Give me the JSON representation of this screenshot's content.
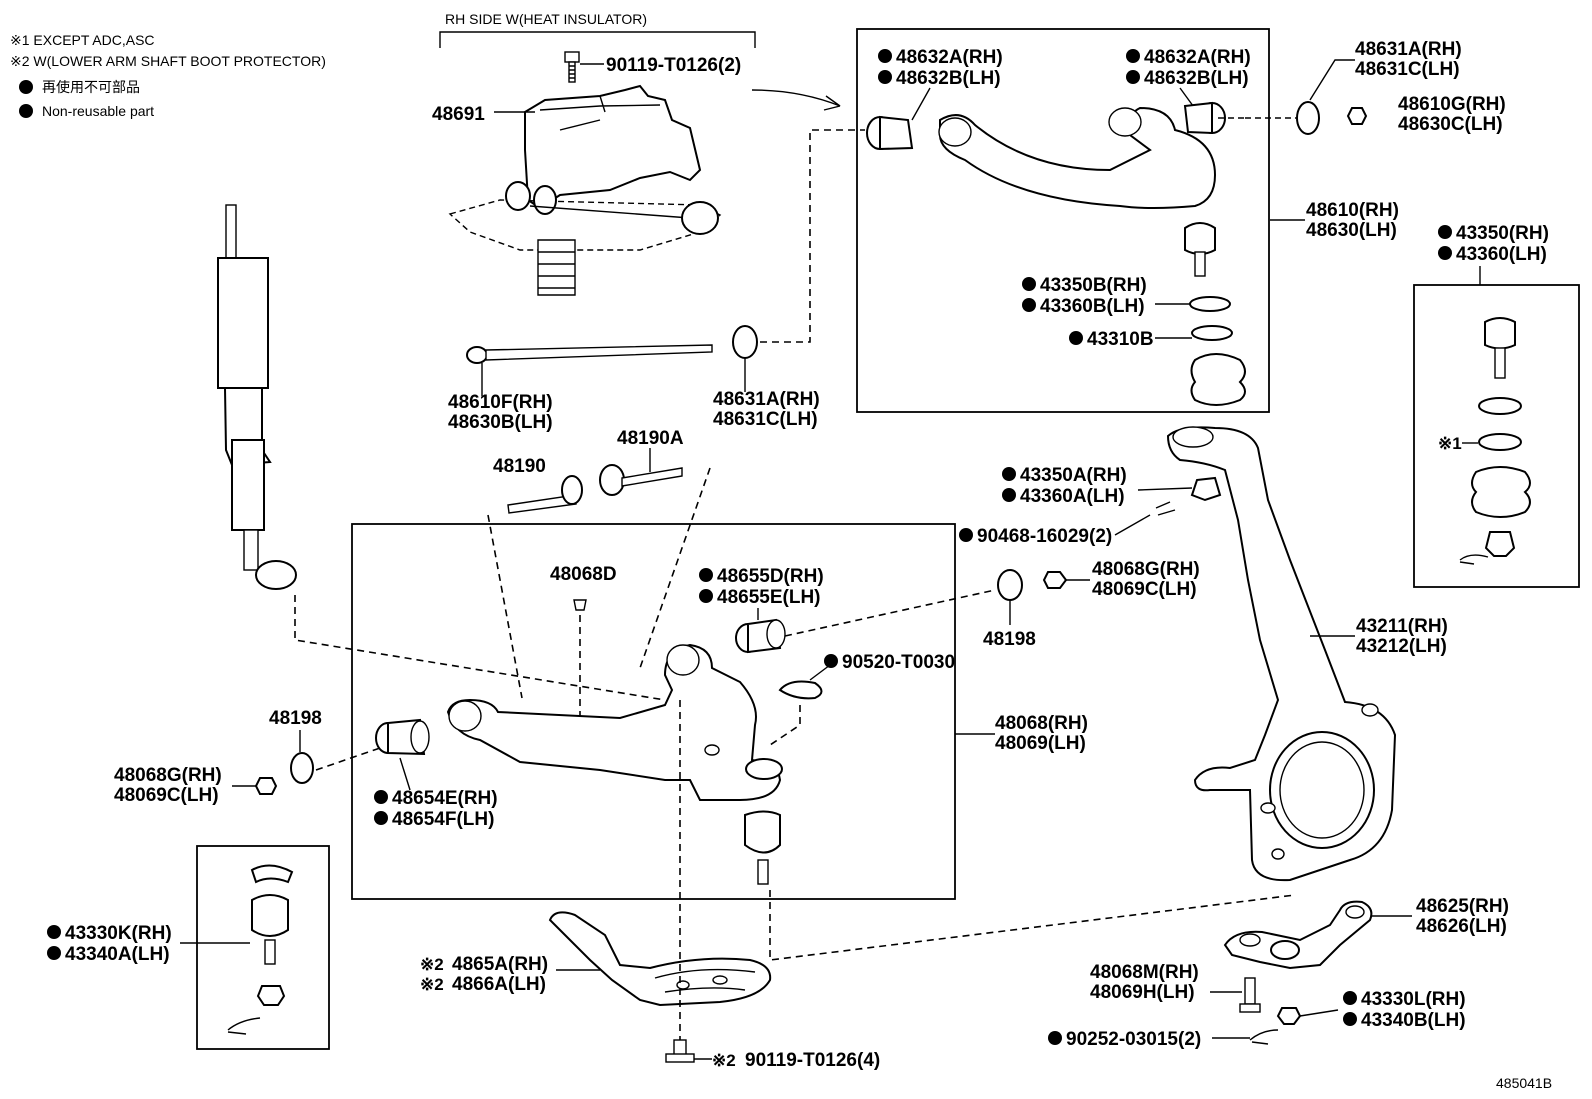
{
  "legend": {
    "note1": "※1 EXCEPT ADC,ASC",
    "note2": "※2  W(LOWER ARM SHAFT BOOT PROTECTOR)",
    "jp_nonreusable": "再使用不可部品",
    "en_nonreusable": "Non-reusable part"
  },
  "heat_insulator": {
    "title": "RH SIDE W(HEAT INSULATOR)",
    "bolt": "90119-T0126(2)",
    "insulator": "48691"
  },
  "upper_arm": {
    "bushing_left_rh": "48632A(RH)",
    "bushing_left_lh": "48632B(LH)",
    "bushing_right_rh": "48632A(RH)",
    "bushing_right_lh": "48632B(LH)",
    "arm_rh": "48610(RH)",
    "arm_lh": "48630(LH)",
    "joint_rh": "43350B(RH)",
    "joint_lh": "43360B(LH)",
    "boot": "43310B",
    "washer_rh": "48631A(RH)",
    "washer_lh": "48631C(LH)",
    "nut_rh": "48610G(RH)",
    "nut_lh": "48630C(LH)"
  },
  "upper_shaft": {
    "shaft_rh": "48610F(RH)",
    "shaft_lh": "48630B(LH)",
    "washer_rh": "48631A(RH)",
    "washer_lh": "48631C(LH)"
  },
  "camber": {
    "bolt1": "48190",
    "bolt2": "48190A"
  },
  "lower_arm": {
    "fitting": "48068D",
    "bushing_front_rh": "48655D(RH)",
    "bushing_front_lh": "48655E(LH)",
    "snap_ring": "90520-T0030",
    "arm_rh": "48068(RH)",
    "arm_lh": "48069(LH)",
    "bushing_rear_rh": "48654E(RH)",
    "bushing_rear_lh": "48654F(LH)",
    "cam_plate_left": "48198",
    "nut_left_rh": "48068G(RH)",
    "nut_left_lh": "48069C(LH)",
    "cam_plate_right": "48198",
    "nut_right_rh": "48068G(RH)",
    "nut_right_lh": "48069C(LH)"
  },
  "knuckle": {
    "joint_nut_rh": "43350A(RH)",
    "joint_nut_lh": "43360A(LH)",
    "cotter": "90468-16029(2)",
    "knuckle_rh": "43211(RH)",
    "knuckle_lh": "43212(LH)",
    "balljoint_rh": "43350(RH)",
    "balljoint_lh": "43360(LH)",
    "note_mark": "※1"
  },
  "lower_balljoint": {
    "joint_rh": "43330K(RH)",
    "joint_lh": "43340A(LH)"
  },
  "boot_protector": {
    "rh": "4865A(RH)",
    "lh": "4866A(LH)",
    "mark": "※2",
    "bolt": "90119-T0126(4)",
    "bolt_mark": "※2"
  },
  "steering_arm": {
    "arm_rh": "48625(RH)",
    "arm_lh": "48626(LH)",
    "bolt_rh": "48068M(RH)",
    "bolt_lh": "48069H(LH)",
    "nut_rh": "43330L(RH)",
    "nut_lh": "43340B(LH)",
    "cotter": "90252-03015(2)"
  },
  "figure_code": "485041B"
}
